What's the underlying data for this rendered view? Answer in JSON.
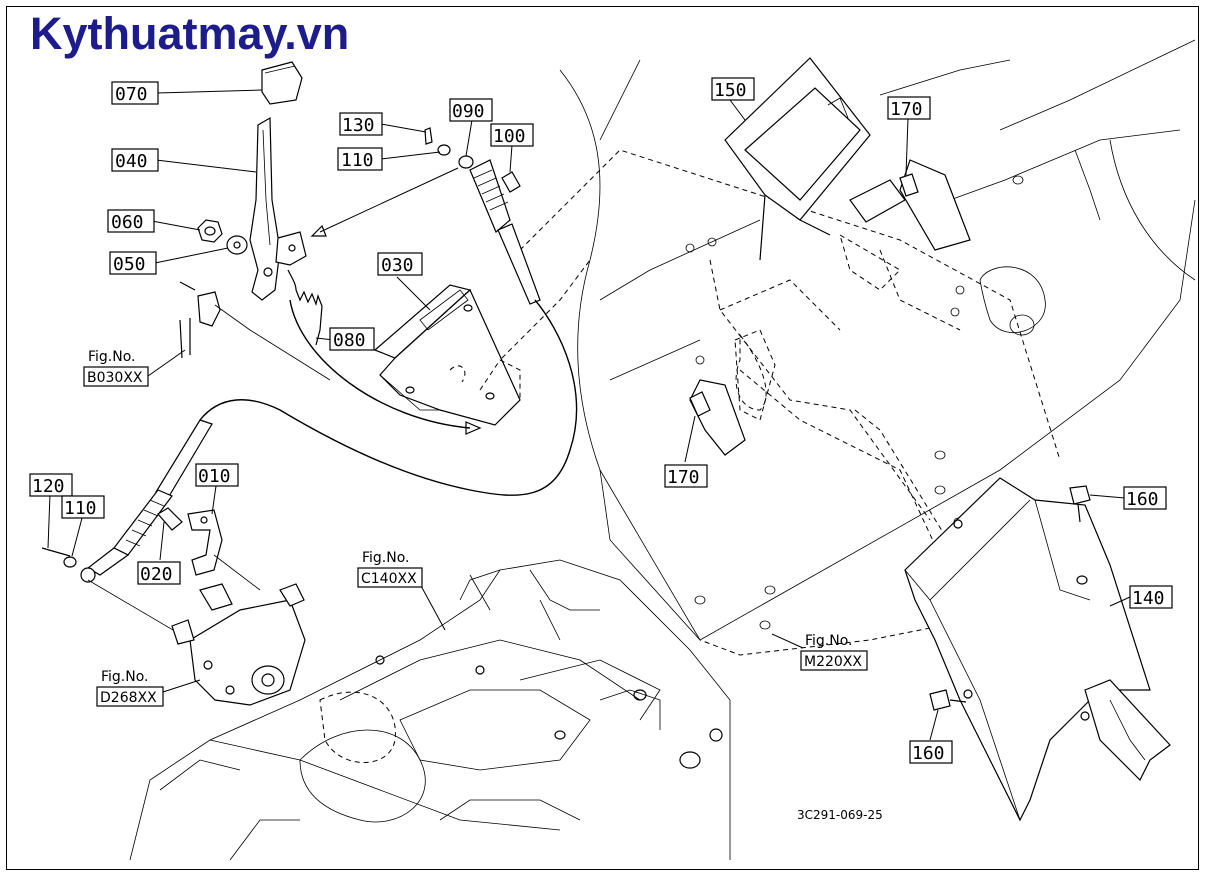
{
  "brand": {
    "text": "Kythuatmay.vn",
    "color": "#1c1c8c"
  },
  "part_labels": [
    "070",
    "040",
    "060",
    "050",
    "130",
    "110",
    "090",
    "100",
    "030",
    "080",
    "150",
    "170",
    "170",
    "010",
    "120",
    "110",
    "020",
    "160",
    "140",
    "160"
  ],
  "fig_refs": [
    {
      "line1": "Fig.No.",
      "line2": "B030XX"
    },
    {
      "line1": "Fig.No.",
      "line2": "C140XX"
    },
    {
      "line1": "Fig.No.",
      "line2": "D268XX"
    },
    {
      "line1": "Fig.No.",
      "line2": "M220XX"
    }
  ],
  "drawing_code": "3C291-069-25"
}
